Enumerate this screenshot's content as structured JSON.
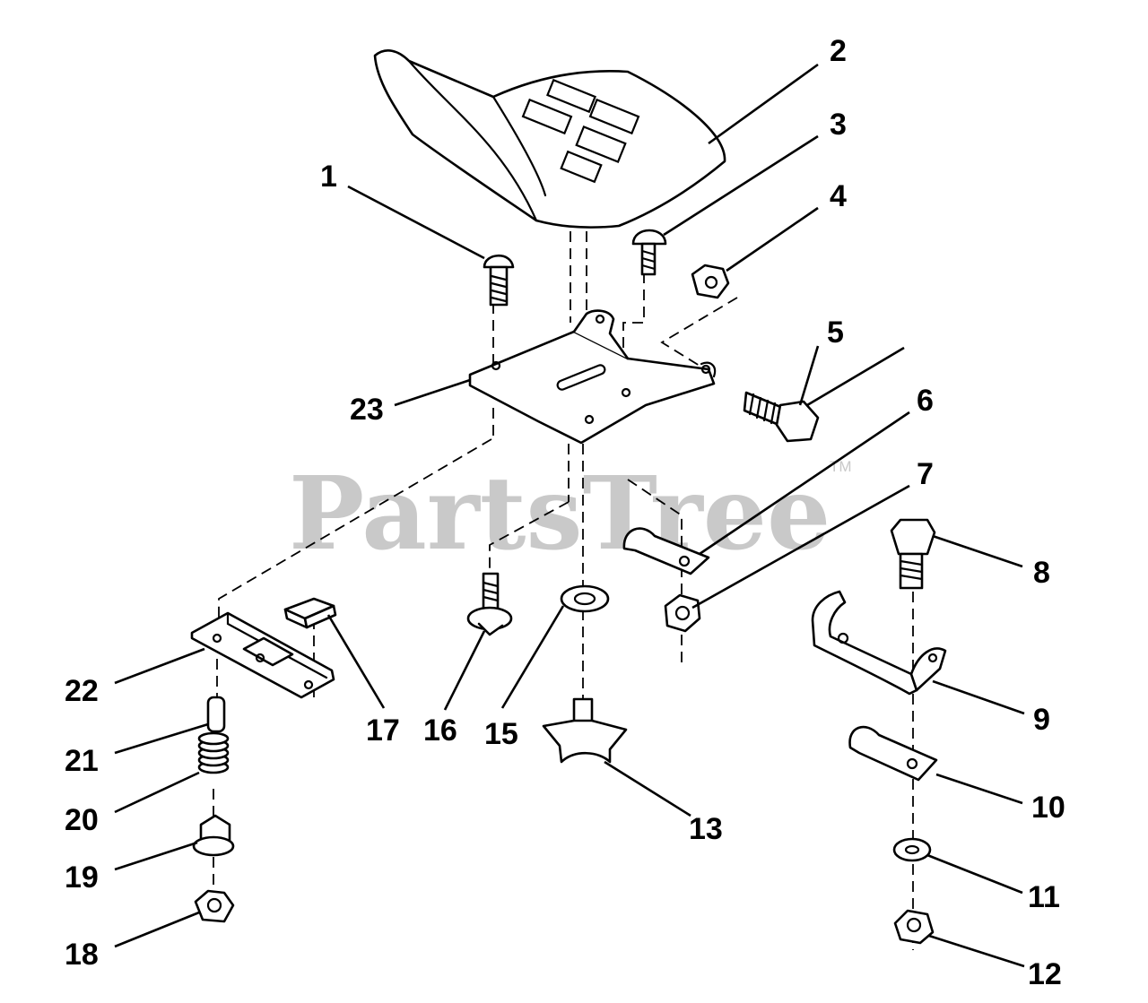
{
  "watermark": {
    "text": "PartsTree",
    "mark": "TM"
  },
  "callouts": [
    "1",
    "2",
    "3",
    "4",
    "5",
    "6",
    "7",
    "8",
    "9",
    "10",
    "11",
    "12",
    "13",
    "15",
    "16",
    "17",
    "18",
    "19",
    "20",
    "21",
    "22",
    "23"
  ]
}
